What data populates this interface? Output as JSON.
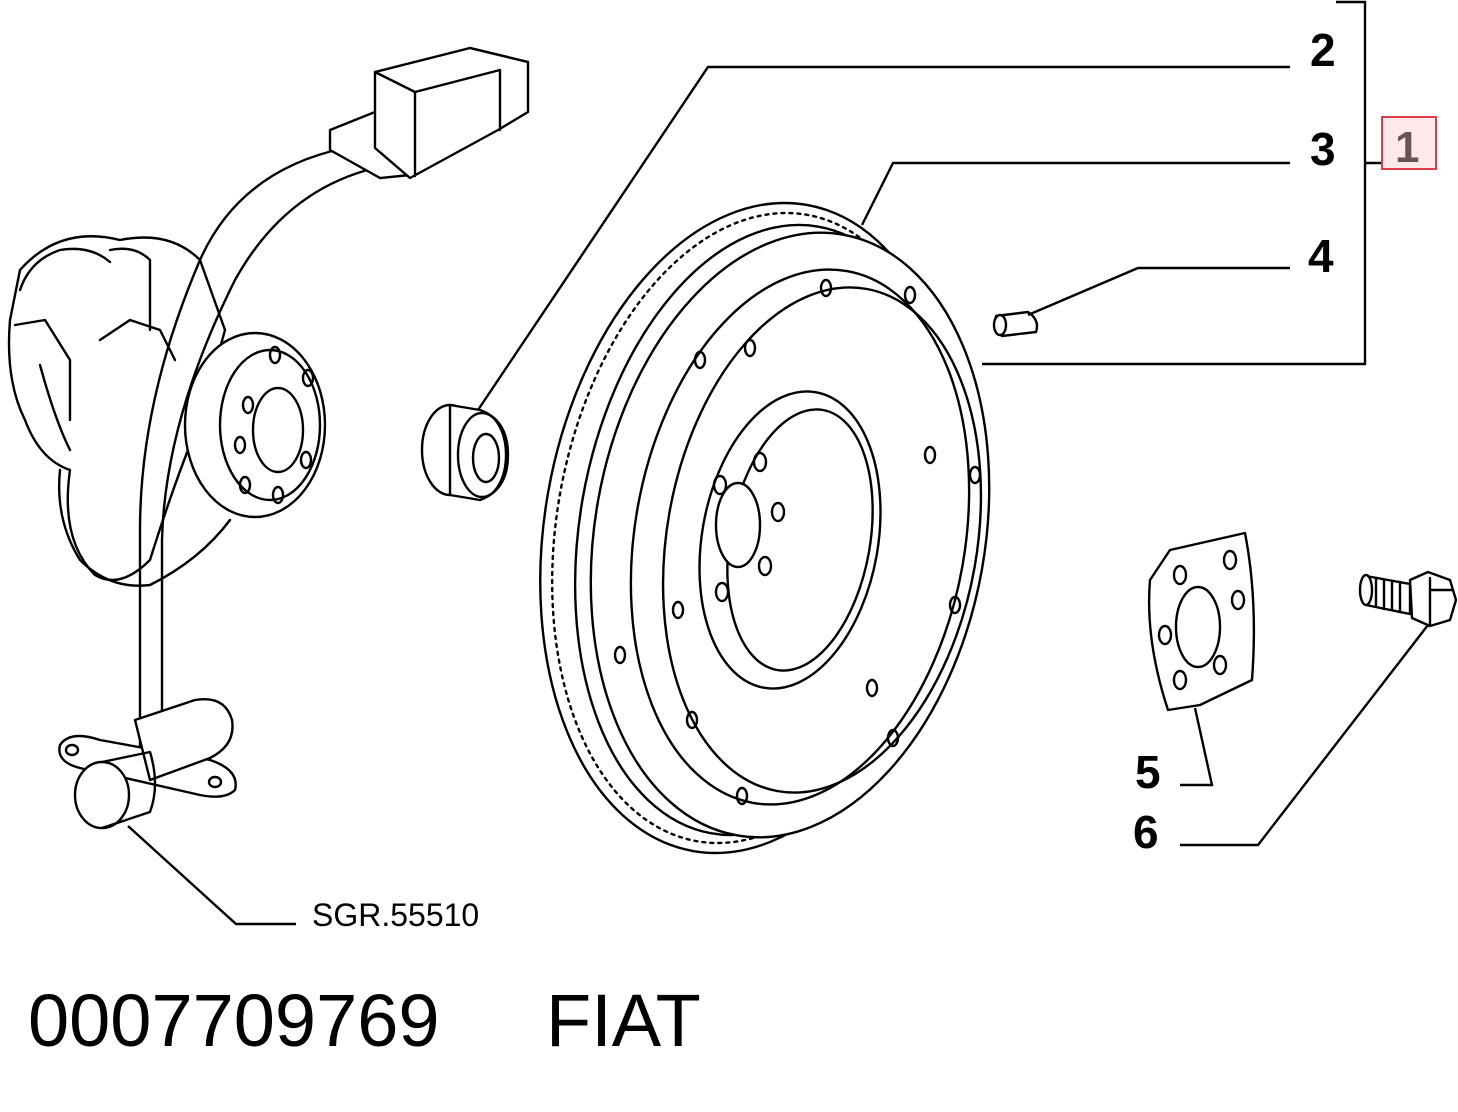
{
  "callouts": {
    "c1": "1",
    "c2": "2",
    "c3": "3",
    "c4": "4",
    "c5": "5",
    "c6": "6"
  },
  "reference": "SGR.55510",
  "part_number": "0007709769",
  "brand": "FIAT",
  "colors": {
    "line": "#000000",
    "highlight_border": "#e03a4a",
    "highlight_fill": "#fde8ea",
    "highlight_text": "#6b5258"
  }
}
